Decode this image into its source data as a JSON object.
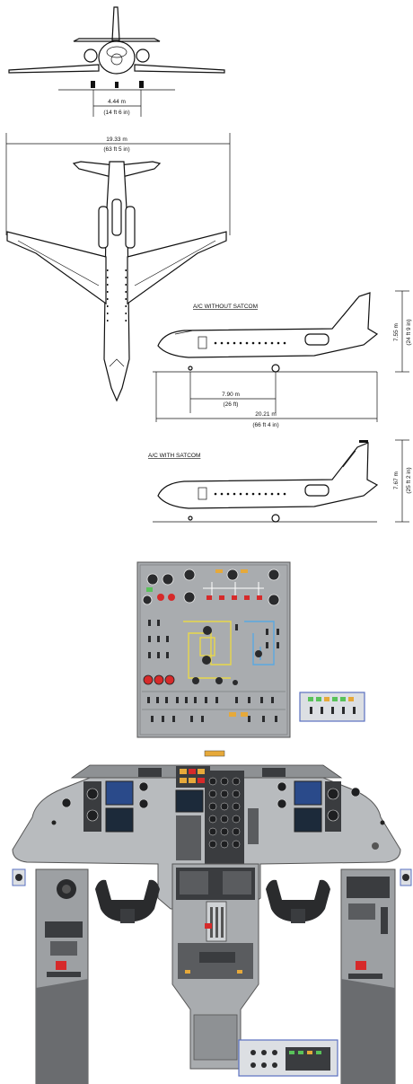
{
  "front_view": {
    "track_value": "4.44 m",
    "track_imperial": "(14 ft 6 in)"
  },
  "top_view": {
    "wingspan_value": "19.33 m",
    "wingspan_imperial": "(63 ft 5 in)"
  },
  "side_view_no_satcom": {
    "title": "A/C WITHOUT SATCOM",
    "height_value": "7.55 m",
    "height_imperial": "(24 ft 9 in)",
    "wheelbase_value": "7.90 m",
    "wheelbase_imperial": "(26 ft)",
    "length_value": "20.21 m",
    "length_imperial": "(66 ft 4 in)"
  },
  "side_view_satcom": {
    "title": "A/C WITH SATCOM",
    "height_value": "7.67 m",
    "height_imperial": "(25 ft 2 in)"
  },
  "colors": {
    "panel_gray": "#a9acaf",
    "panel_dark": "#3a3c3f",
    "glareshield": "#b8bbbe",
    "hydraulic_yellow": "#e8d84a",
    "hydraulic_blue": "#5aa8e0",
    "warning_red": "#d62a2a",
    "annunciator_green": "#59c25a",
    "annunciator_amber": "#e6a93a",
    "display_blue": "#2a4a8a"
  }
}
